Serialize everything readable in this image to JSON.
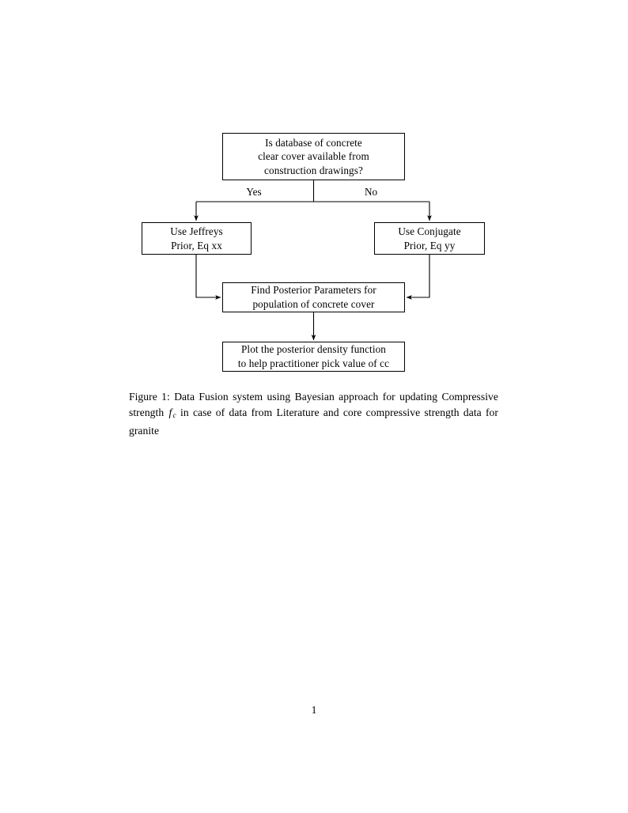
{
  "document": {
    "page_number": "1",
    "caption": {
      "label": "Figure 1:",
      "text_before_math": " Data Fusion system using Bayesian approach for updating Compressive strength ",
      "math_symbol": "f",
      "math_subscript": "c",
      "text_after_math": " in case of data from Literature and core compressive strength data for granite"
    }
  },
  "flowchart": {
    "type": "flowchart",
    "orientation": "top-down",
    "nodes": [
      {
        "id": "question",
        "shape": "rectangle",
        "lines": [
          "Is database of concrete",
          "clear cover available from",
          "construction drawings?"
        ]
      },
      {
        "id": "jeffreys",
        "shape": "rectangle",
        "lines": [
          "Use Jeffreys",
          "Prior, Eq xx"
        ]
      },
      {
        "id": "conjugate",
        "shape": "rectangle",
        "lines": [
          "Use Conjugate",
          "Prior, Eq yy"
        ]
      },
      {
        "id": "posterior",
        "shape": "rectangle",
        "lines": [
          "Find Posterior Parameters for",
          "population of concrete cover"
        ]
      },
      {
        "id": "plot",
        "shape": "rectangle",
        "lines": [
          "Plot the posterior density function",
          "to help practitioner pick value of cc"
        ]
      }
    ],
    "edges": [
      {
        "from": "question",
        "to": "jeffreys",
        "label": "Yes"
      },
      {
        "from": "question",
        "to": "conjugate",
        "label": "No"
      },
      {
        "from": "jeffreys",
        "to": "posterior",
        "label": ""
      },
      {
        "from": "conjugate",
        "to": "posterior",
        "label": ""
      },
      {
        "from": "posterior",
        "to": "plot",
        "label": ""
      }
    ],
    "colors": {
      "stroke": "#000000",
      "fill": "#ffffff",
      "text": "#000000"
    }
  }
}
